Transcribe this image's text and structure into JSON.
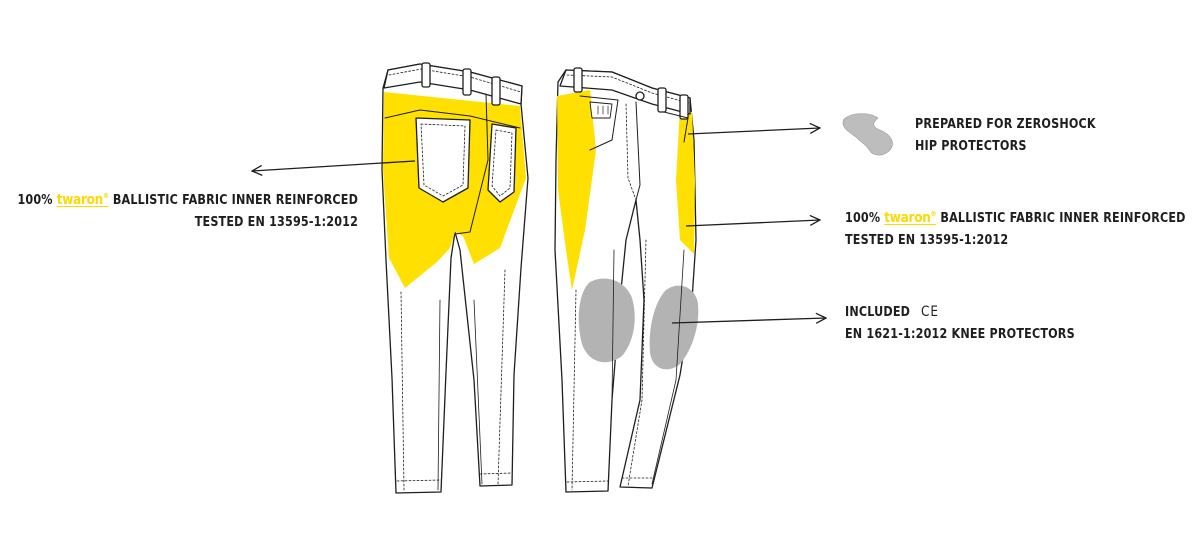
{
  "colors": {
    "reinforcement": "#FFE000",
    "brand": "#FFD800",
    "knee_pad": "#B3B3B3",
    "hip_pad": "#BDBDBD",
    "ink": "#1E1E1E"
  },
  "icons": {
    "hip_protector": "hip-protector-icon",
    "ce_mark": "ce-mark-icon"
  },
  "labels": {
    "left_fabric": {
      "prefix": "100%",
      "brand": "twaron",
      "brand_mark": "®",
      "line1_suffix": "BALLISTIC FABRIC INNER REINFORCED",
      "line2": "TESTED EN 13595-1:2012"
    },
    "hip": {
      "line1": "PREPARED FOR ZEROSHOCK",
      "line2": "HIP PROTECTORS"
    },
    "right_fabric": {
      "prefix": "100%",
      "brand": "twaron",
      "brand_mark": "®",
      "line1_suffix": "BALLISTIC FABRIC INNER REINFORCED",
      "line2": "TESTED EN 13595-1:2012"
    },
    "knee": {
      "line1_prefix": "INCLUDED",
      "ce_mark": "CE",
      "line2": "EN 1621-1:2012 KNEE PROTECTORS"
    }
  }
}
